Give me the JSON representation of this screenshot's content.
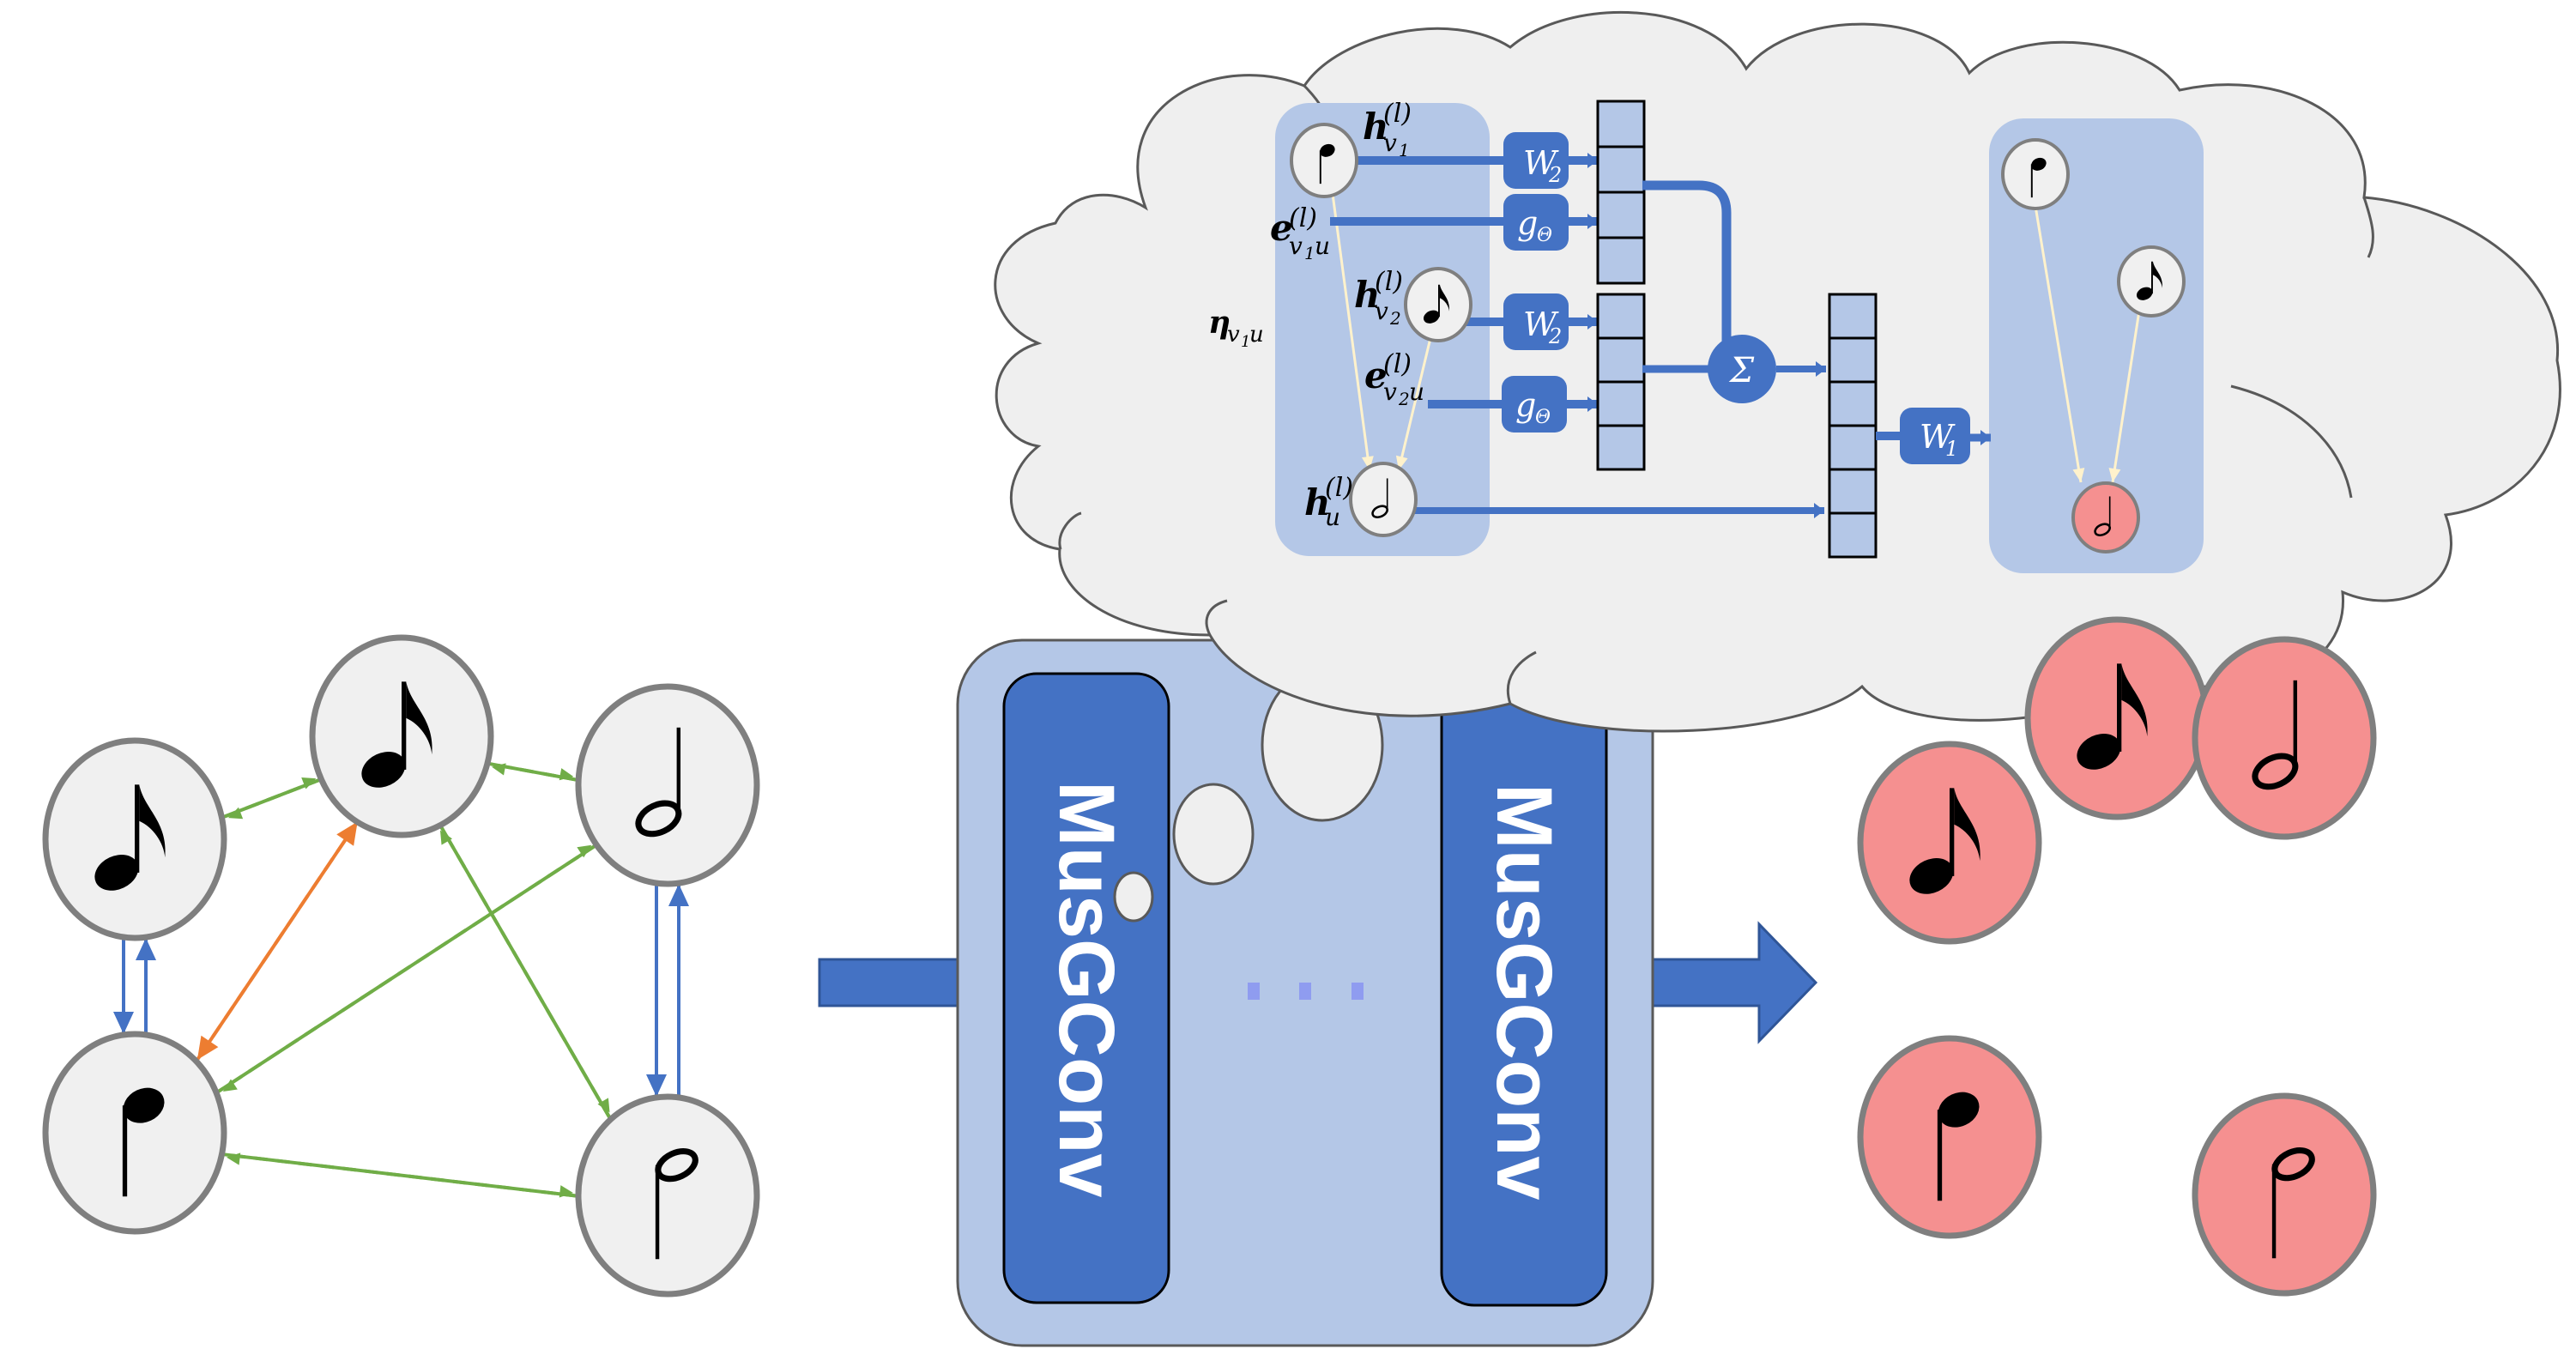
{
  "colors": {
    "node_fill": "#f0f0f0",
    "node_stroke": "#7f7f7f",
    "output_node_fill": "#f59090",
    "panel_fill": "#b4c7e7",
    "block_fill": "#4472c4",
    "cloud_fill": "#efefef",
    "cloud_stroke": "#595959",
    "edge_blue": "#4472c4",
    "edge_green": "#70ad47",
    "edge_orange": "#ed7d31",
    "message_edge": "#fff2cc",
    "dots": "#8f9cf0"
  },
  "input_graph": {
    "nodes": [
      {
        "id": "n1",
        "note": "eighth-note"
      },
      {
        "id": "n2",
        "note": "eighth-note"
      },
      {
        "id": "n3",
        "note": "half-note"
      },
      {
        "id": "n4",
        "note": "quarter-note-stem-down"
      },
      {
        "id": "n5",
        "note": "half-note-stem-down"
      }
    ],
    "edges": [
      {
        "from": "n1",
        "to": "n4",
        "type": "onset",
        "color": "blue",
        "style": "solid"
      },
      {
        "from": "n4",
        "to": "n1",
        "type": "onset",
        "color": "blue",
        "style": "solid"
      },
      {
        "from": "n3",
        "to": "n5",
        "type": "onset",
        "color": "blue",
        "style": "solid"
      },
      {
        "from": "n5",
        "to": "n3",
        "type": "onset",
        "color": "blue",
        "style": "solid"
      },
      {
        "from": "n1",
        "to": "n2",
        "type": "consecutive",
        "color": "green",
        "style": "solid"
      },
      {
        "from": "n2",
        "to": "n1",
        "type": "consecutive",
        "color": "green",
        "style": "dashed"
      },
      {
        "from": "n2",
        "to": "n3",
        "type": "consecutive",
        "color": "green",
        "style": "solid"
      },
      {
        "from": "n3",
        "to": "n2",
        "type": "consecutive",
        "color": "green",
        "style": "dashed"
      },
      {
        "from": "n4",
        "to": "n3",
        "type": "consecutive",
        "color": "green",
        "style": "solid"
      },
      {
        "from": "n3",
        "to": "n4",
        "type": "consecutive",
        "color": "green",
        "style": "dashed"
      },
      {
        "from": "n2",
        "to": "n5",
        "type": "consecutive",
        "color": "green",
        "style": "solid"
      },
      {
        "from": "n5",
        "to": "n2",
        "type": "consecutive",
        "color": "green",
        "style": "dashed"
      },
      {
        "from": "n4",
        "to": "n5",
        "type": "consecutive",
        "color": "green",
        "style": "solid"
      },
      {
        "from": "n5",
        "to": "n4",
        "type": "consecutive",
        "color": "green",
        "style": "dashed"
      },
      {
        "from": "n4",
        "to": "n2",
        "type": "during",
        "color": "orange",
        "style": "solid"
      },
      {
        "from": "n2",
        "to": "n4",
        "type": "during",
        "color": "orange",
        "style": "dashed"
      }
    ]
  },
  "model": {
    "layer_first_label": "MusGConv",
    "layer_last_label": "MusGConv",
    "ellipsis": "· · ·"
  },
  "detail": {
    "h_v1": {
      "base": "h",
      "sub": "v",
      "subsub": "1",
      "sup": "(l)"
    },
    "e_v1u": {
      "base": "e",
      "sub": "v",
      "subsub": "1",
      "sub2": "u",
      "sup": "(l)"
    },
    "h_v2": {
      "base": "h",
      "sub": "v",
      "subsub": "2",
      "sup": "(l)"
    },
    "e_v2u": {
      "base": "e",
      "sub": "v",
      "subsub": "2",
      "sub2": "u",
      "sup": "(l)"
    },
    "h_u": {
      "base": "h",
      "sub": "u",
      "sup": "(l)"
    },
    "eta": {
      "base": "η",
      "sub": "v",
      "subsub": "1",
      "sub2": "u"
    },
    "w2_base": "W",
    "w2_sub": "2",
    "g_base": "g",
    "g_sub": "Θ",
    "sum": "Σ",
    "w1_base": "W",
    "w1_sub": "1"
  },
  "output_graph": {
    "nodes": [
      {
        "id": "o1",
        "note": "eighth-note"
      },
      {
        "id": "o2",
        "note": "eighth-note"
      },
      {
        "id": "o3",
        "note": "half-note"
      },
      {
        "id": "o4",
        "note": "quarter-note-stem-down"
      },
      {
        "id": "o5",
        "note": "half-note-stem-down"
      }
    ]
  }
}
